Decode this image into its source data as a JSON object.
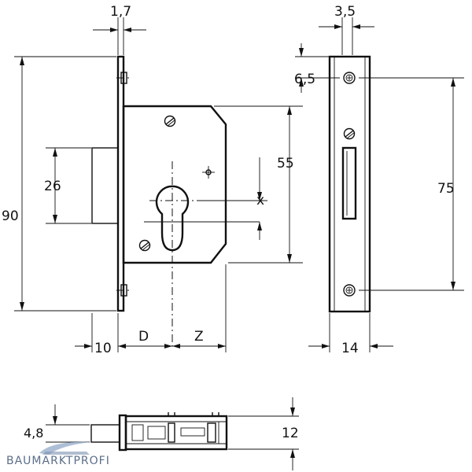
{
  "dimensions": {
    "plate_thickness": "1,7",
    "faceplate_width": "3,5",
    "screw_offset": "6,5",
    "total_height": "90",
    "bolt_height": "26",
    "case_height": "55",
    "cylinder_offset": "x",
    "screw_spacing": "75",
    "bolt_protrusion": "10",
    "backset": "D",
    "center_distance": "Z",
    "plate_width": "14",
    "bolt_throw": "4,8",
    "case_depth": "12"
  },
  "watermark": {
    "text": "BAUMARKTPROFI"
  }
}
